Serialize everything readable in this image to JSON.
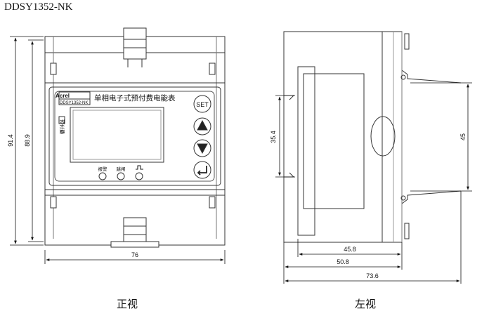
{
  "title": "DDSY1352-NK",
  "front": {
    "brand": "Acrel",
    "model_label": "DDSY1352-NK",
    "product_name": "单相电子式预付费电能表",
    "indicator_label": "预付费",
    "set_button": "SET",
    "led_labels": [
      "报警",
      "跳闸"
    ],
    "dim_width": "76",
    "dim_height_outer": "91.4",
    "dim_height_inner": "88.9",
    "caption": "正视"
  },
  "side": {
    "dim_window": "35.4",
    "dim_rail": "45",
    "dim_depth_1": "45.8",
    "dim_depth_2": "50.8",
    "dim_depth_3": "73.6",
    "caption": "左视"
  }
}
